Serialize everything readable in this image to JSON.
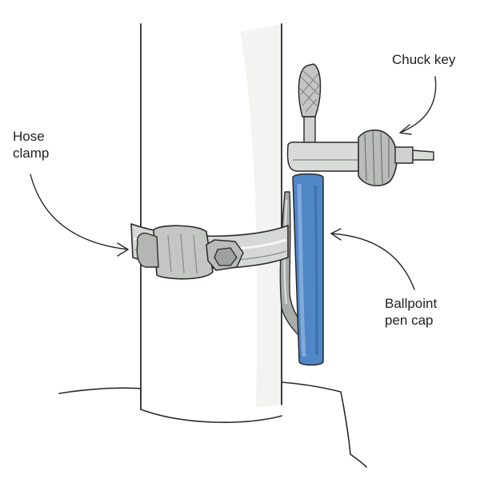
{
  "labels": {
    "chuck_key": "Chuck key",
    "hose_clamp": [
      "Hose",
      "clamp"
    ],
    "pen_cap": [
      "Ballpoint",
      "pen cap"
    ]
  },
  "colors": {
    "ink": "#2a2a2a",
    "pen_cap_blue": "#4f86c6",
    "pen_cap_highlight": "#8fb6e2",
    "steel": "#c9ccc9",
    "steel_shadow": "#8e928f",
    "column_shadow": "#e6e6e4"
  },
  "icons": {
    "hose_clamp": "hose-clamp-illustration",
    "chuck_key": "chuck-key-illustration",
    "pen_cap": "pen-cap-illustration"
  }
}
